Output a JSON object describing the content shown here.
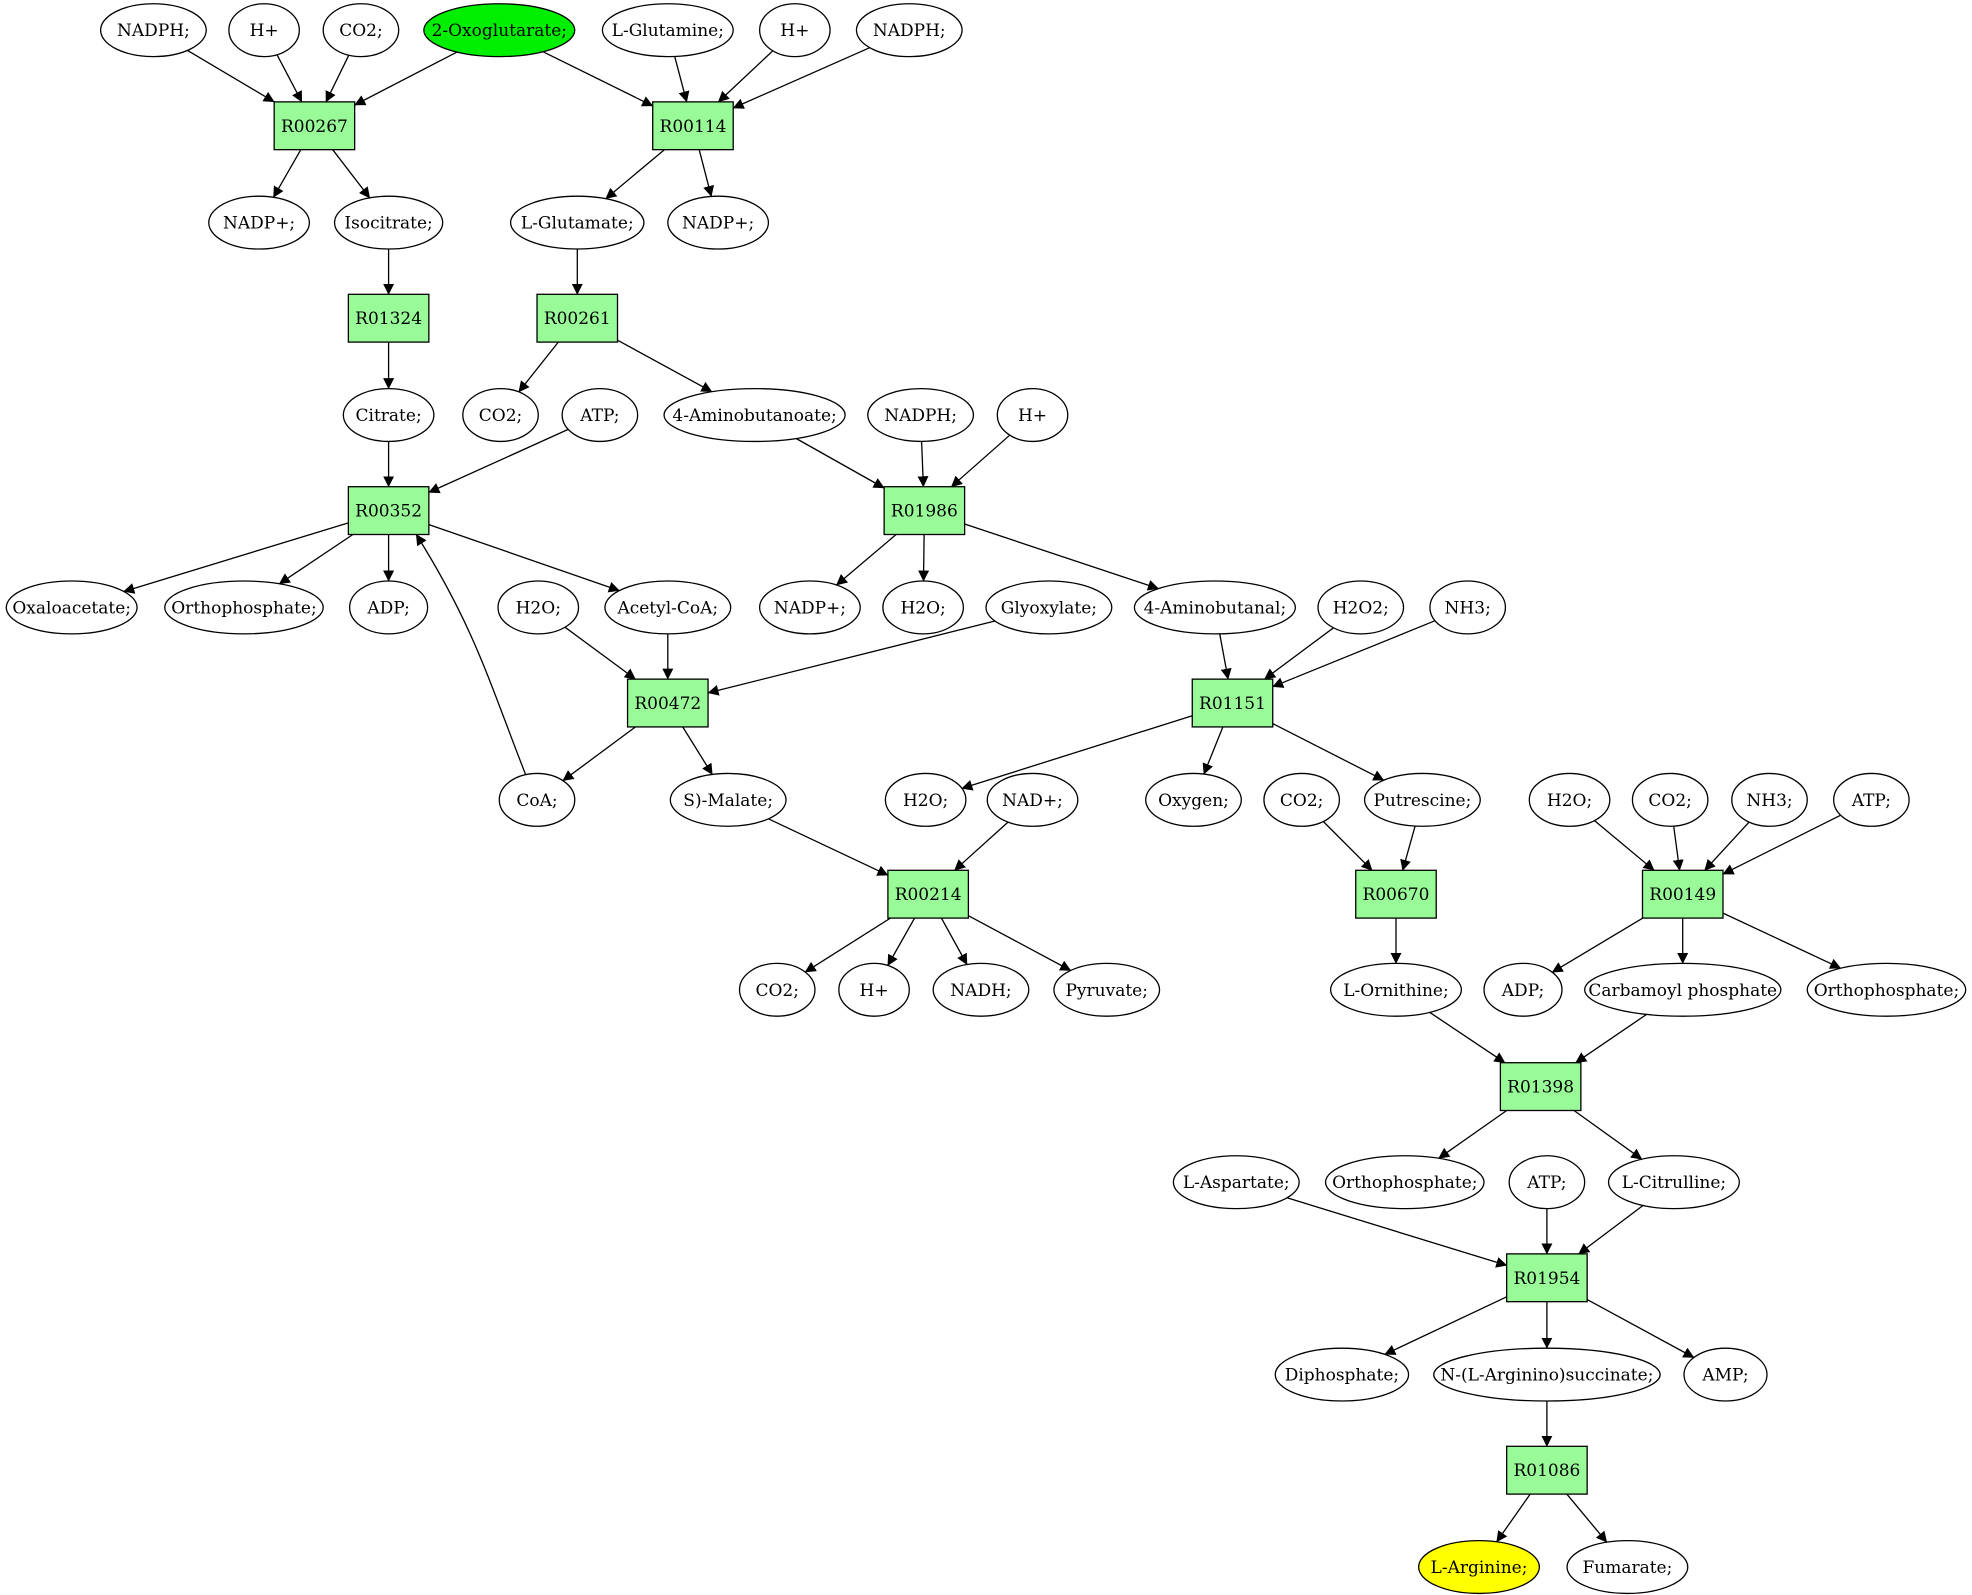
{
  "colors": {
    "reaction_fill": "#98fb98",
    "metabolite_fill": "#ffffff",
    "source_fill": "#00ee00",
    "target_fill": "#ffff00",
    "stroke": "#000000"
  },
  "nodes": {
    "m1": "NADPH;",
    "m2": "H+",
    "m3": "CO2;",
    "m4": "2-Oxoglutarate;",
    "m5": "L-Glutamine;",
    "m6": "H+",
    "m7": "NADPH;",
    "m8": "NADP+;",
    "m9": "Isocitrate;",
    "m10": "L-Glutamate;",
    "m11": "NADP+;",
    "m12": "Citrate;",
    "m13": "CO2;",
    "m14": "ATP;",
    "m15": "4-Aminobutanoate;",
    "m16": "NADPH;",
    "m17": "H+",
    "m18": "Oxaloacetate;",
    "m19": "Orthophosphate;",
    "m20": "ADP;",
    "m21": "H2O;",
    "m22": "Acetyl-CoA;",
    "m23": "NADP+;",
    "m24": "H2O;",
    "m25": "Glyoxylate;",
    "m26": "4-Aminobutanal;",
    "m27": "H2O2;",
    "m28": "NH3;",
    "m29": "CoA;",
    "m30": "S)-Malate;",
    "m31": "H2O;",
    "m32": "NAD+;",
    "m33": "Oxygen;",
    "m34": "CO2;",
    "m35": "Putrescine;",
    "m36": "H2O;",
    "m37": "CO2;",
    "m38": "NH3;",
    "m39": "ATP;",
    "m40": "CO2;",
    "m41": "H+",
    "m42": "NADH;",
    "m43": "Pyruvate;",
    "m44": "L-Ornithine;",
    "m45": "ADP;",
    "m46": "Carbamoyl phosphate",
    "m47": "Orthophosphate;",
    "m48": "L-Aspartate;",
    "m49": "Orthophosphate;",
    "m50": "ATP;",
    "m51": "L-Citrulline;",
    "m52": "Diphosphate;",
    "m53": "N-(L-Arginino)succinate;",
    "m54": "AMP;",
    "m55": "L-Arginine;",
    "m56": "Fumarate;",
    "r1": "R00267",
    "r2": "R00114",
    "r3": "R01324",
    "r4": "R00261",
    "r5": "R00352",
    "r6": "R01986",
    "r7": "R00472",
    "r8": "R01151",
    "r9": "R00214",
    "r10": "R00670",
    "r11": "R00149",
    "r12": "R01398",
    "r13": "R01954",
    "r14": "R01086"
  }
}
